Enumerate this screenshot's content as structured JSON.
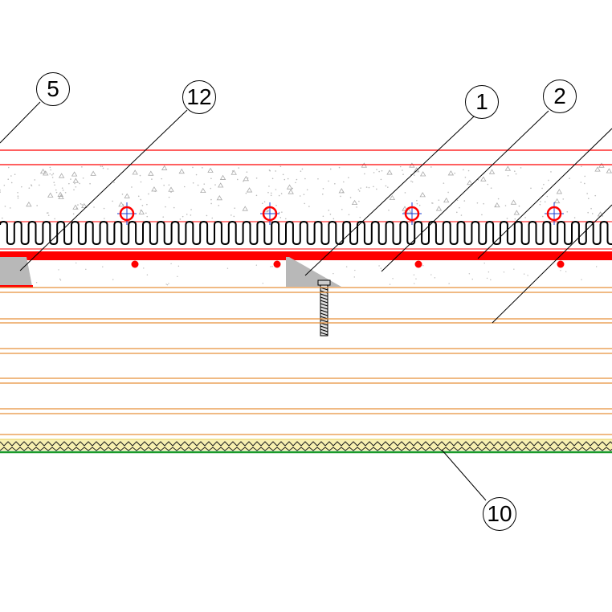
{
  "callouts": [
    {
      "id": "c5",
      "label": "5"
    },
    {
      "id": "c12",
      "label": "12"
    },
    {
      "id": "c1",
      "label": "1"
    },
    {
      "id": "c2",
      "label": "2"
    },
    {
      "id": "c10",
      "label": "10"
    }
  ],
  "colors": {
    "red": "#ff0000",
    "orange": "#e8913a",
    "green": "#1a9a2a",
    "gray": "#b8b8b8",
    "blue": "#1a3fd0",
    "hatch_fill": "#f7f0b0"
  }
}
